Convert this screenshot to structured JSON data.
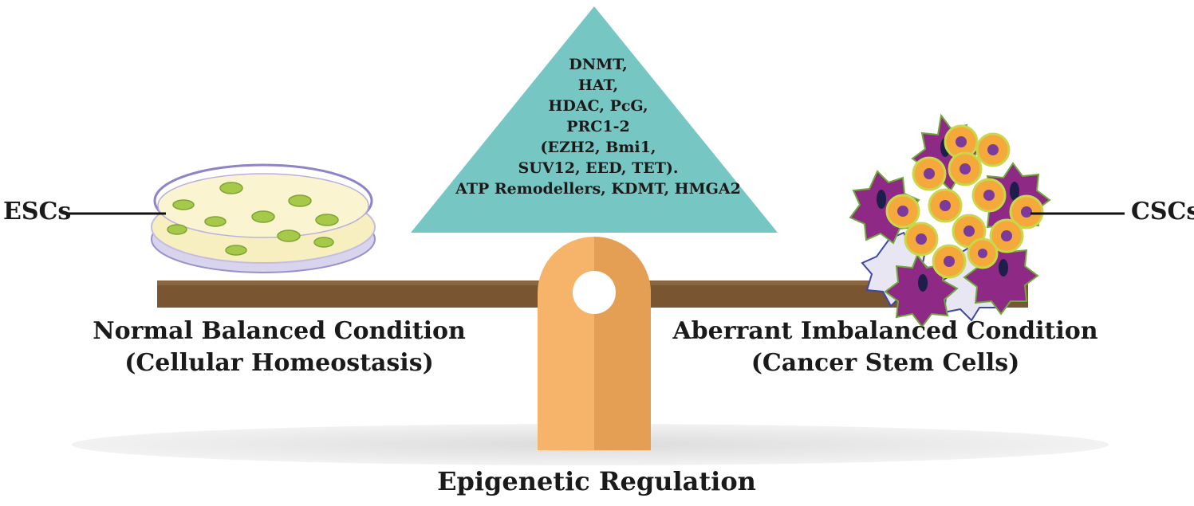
{
  "left_label": "ESCs",
  "right_label": "CSCs",
  "normal_condition": {
    "line1": "Normal Balanced Condition",
    "line2": "(Cellular Homeostasis)"
  },
  "aberrant_condition": {
    "line1": "Aberrant Imbalanced Condition",
    "line2": "(Cancer Stem Cells)"
  },
  "regulators": [
    "DNMT,",
    "HAT,",
    "HDAC, PcG,",
    "PRC1-2",
    "(EZH2, Bmi1,",
    "SUV12, EED, TET).",
    "ATP Remodellers, KDMT, HMGA2"
  ],
  "bottom_label": "Epigenetic Regulation",
  "colors": {
    "triangle": "#76c7c3",
    "beam": "#7a5532",
    "fulcrum_light": "#f5b46a",
    "fulcrum_dark": "#e59f55",
    "dish_medium": "#f7efc0",
    "colony": "#a6c94a",
    "cell_purple": "#8e2a85",
    "cell_orange": "#f4a93a",
    "shadow": "#e3e3e3"
  }
}
